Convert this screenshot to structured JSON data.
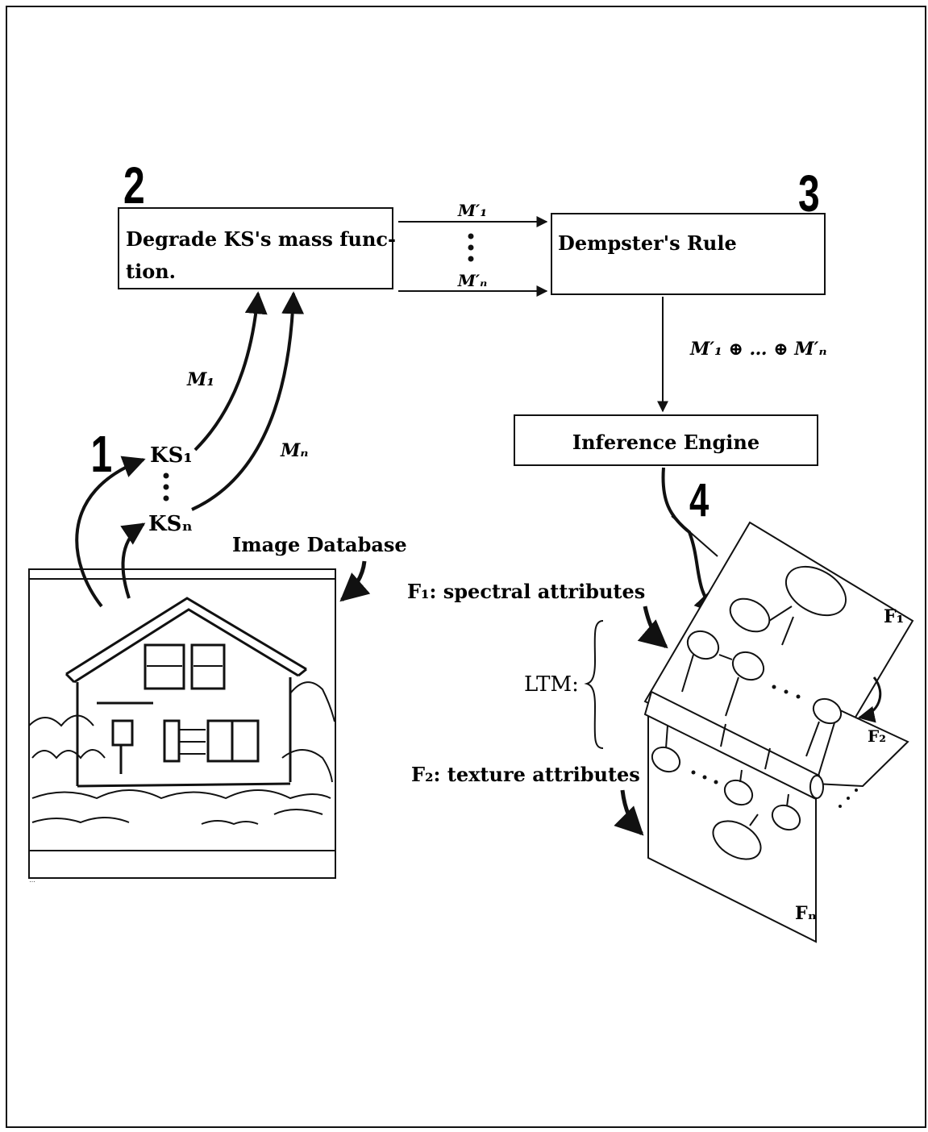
{
  "steps": {
    "s1": "1",
    "s2": "2",
    "s3": "3",
    "s4": "4"
  },
  "degrade_box": {
    "line1": "Degrade KS's mass func-",
    "line2": "tion."
  },
  "dempster_box": {
    "label": "Dempster's Rule"
  },
  "inference_box": {
    "label": "Inference Engine"
  },
  "arrows": {
    "m1_prime": "M′₁",
    "mn_prime": "M′ₙ",
    "combined": "M′₁ ⊕ … ⊕ M′ₙ",
    "m1": "M₁",
    "mn": "Mₙ"
  },
  "knowledge_sources": {
    "ks1": "KS₁",
    "ksn": "KSₙ"
  },
  "image_db": {
    "label": "Image Database",
    "caption": "…"
  },
  "ltm": {
    "label": "LTM:",
    "f1_label": "F₁: spectral attributes",
    "f2_label": "F₂: texture attributes",
    "plane_f1": "F₁",
    "plane_f2": "F₂",
    "plane_fn": "Fₙ"
  },
  "colors": {
    "ink": "#111111",
    "paper": "#ffffff"
  }
}
